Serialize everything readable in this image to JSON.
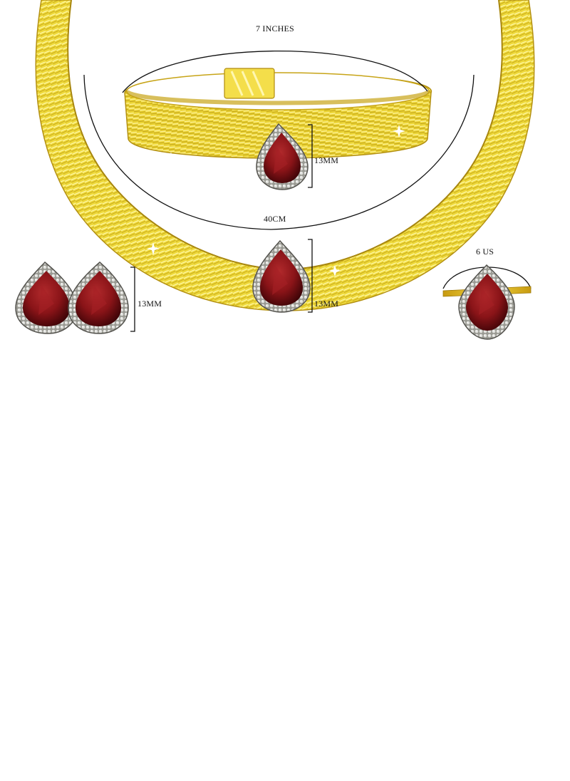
{
  "image": {
    "subject": "gold mesh jewelry set with pear-shaped red stones and diamond halos",
    "pieces": [
      "necklace",
      "bracelet",
      "earrings",
      "ring"
    ]
  },
  "labels": {
    "bracelet_length": "7 INCHES",
    "bracelet_stone": "13MM",
    "necklace_length": "40CM",
    "necklace_stone": "13MM",
    "earring_stone": "13MM",
    "ring_size": "6 US"
  },
  "colors": {
    "gold_light": "#f7ea6a",
    "gold_mid": "#e8cf2a",
    "gold_dark": "#b9930f",
    "stone_dark": "#4a0508",
    "stone_mid": "#8a1418",
    "stone_light": "#b22a2c",
    "halo": "#c9c9c6",
    "halo_edge": "#5a5a55",
    "guide_line": "#111111",
    "background": "#ffffff"
  }
}
